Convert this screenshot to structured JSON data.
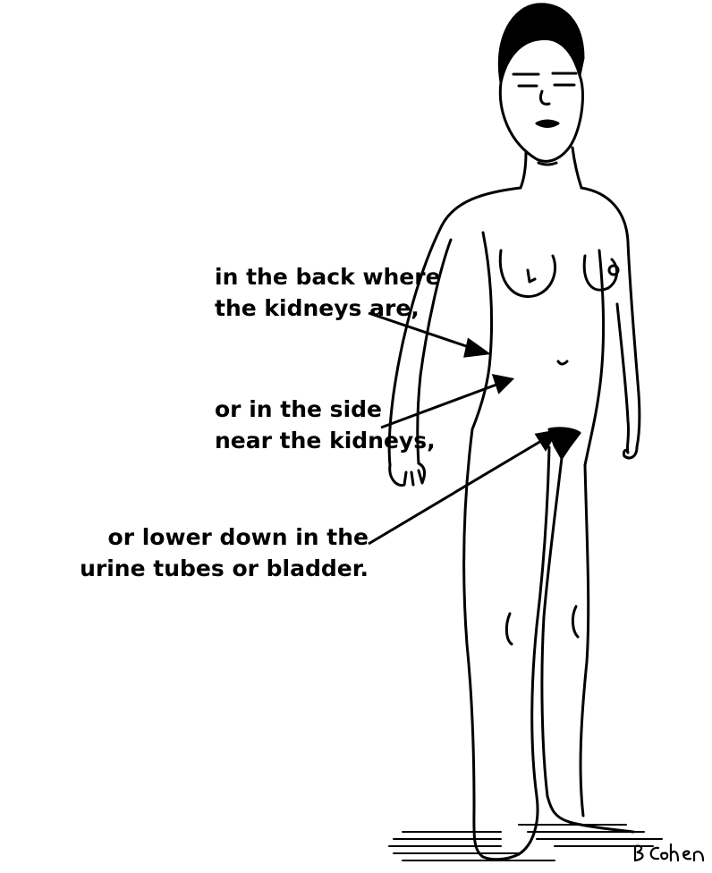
{
  "labels": {
    "back": {
      "line1": "in the back where",
      "line2": "the kidneys are,"
    },
    "side": {
      "line1": "or in the side",
      "line2": "near the kidneys,"
    },
    "lower": {
      "line1": "or lower down in the",
      "line2": "urine tubes or bladder."
    }
  },
  "signature": "B.Cohen",
  "colors": {
    "ink": "#000000",
    "paper": "#ffffff"
  }
}
